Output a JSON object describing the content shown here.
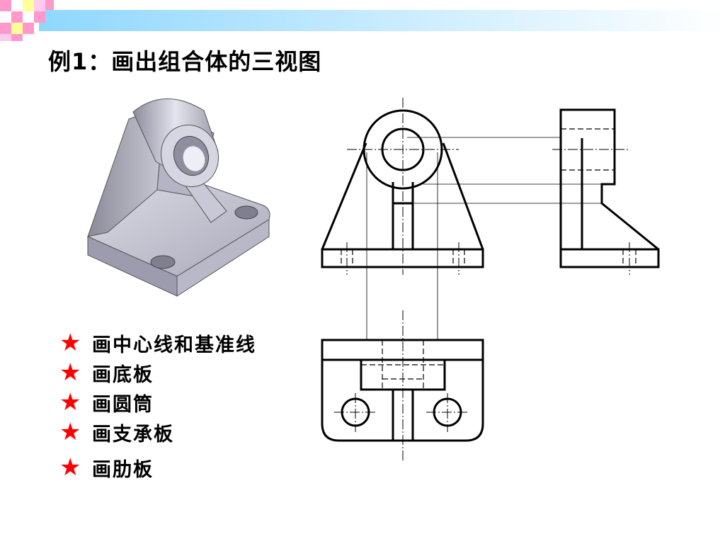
{
  "slide": {
    "title": "例1：画出组合体的三视图"
  },
  "steps": [
    {
      "label": "画中心线和基准线"
    },
    {
      "label": "画底板"
    },
    {
      "label": "画圆筒"
    },
    {
      "label": "画支承板"
    },
    {
      "label": "画肋板"
    }
  ],
  "colors": {
    "accent": "#ff0000",
    "header_gradient_start": "#66ccff",
    "header_gradient_end": "#ffffff",
    "pixel_pink": "#ff99cc",
    "pixel_yellow": "#ffff99",
    "line": "#000000"
  },
  "icons": {
    "bullet": "star-icon"
  }
}
